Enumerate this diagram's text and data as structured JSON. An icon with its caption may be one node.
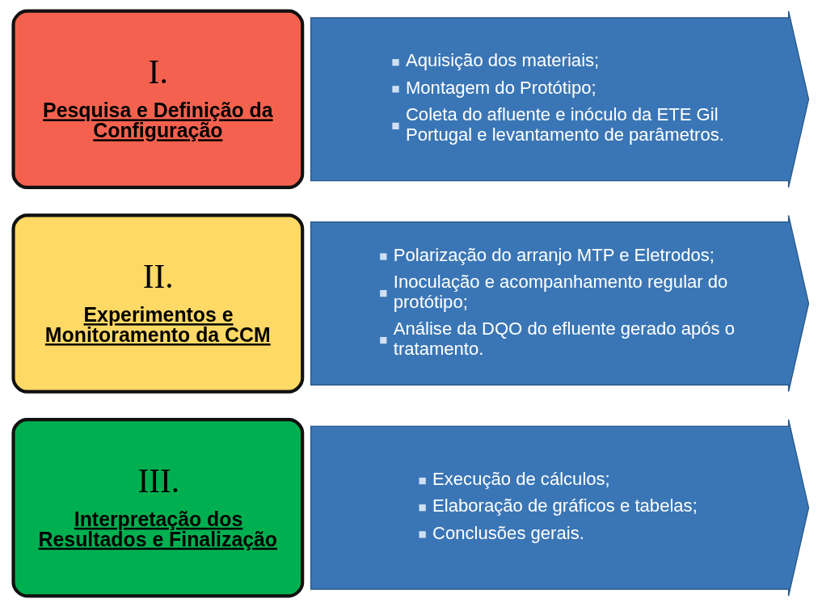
{
  "diagram": {
    "nodes": [
      {
        "text": [
          "I.",
          "Pesquisa e Definição da Configuração"
        ]
      },
      {
        "text": [
          "Aquisição dos materiais;",
          "Montagem do Protótipo;",
          "Coleta do afluente e inóculo da ETE Gil Portugal e levantamento de parâmetros."
        ]
      },
      {
        "text": [
          "II.",
          "Experimentos e Monitoramento da CCM"
        ]
      },
      {
        "text": [
          "Polarização do arranjo MTP e Eletrodos;",
          "Inoculação e acompanhamento regular do protótipo;",
          "Análise da DQO do efluente gerado após o tratamento."
        ]
      },
      {
        "text": [
          "III.",
          "Interpretação dos Resultados e Finalização"
        ]
      },
      {
        "text": [
          "Execução de cálculos;",
          "Elaboração de gráficos e tabelas;",
          "Conclusões gerais."
        ]
      }
    ]
  }
}
